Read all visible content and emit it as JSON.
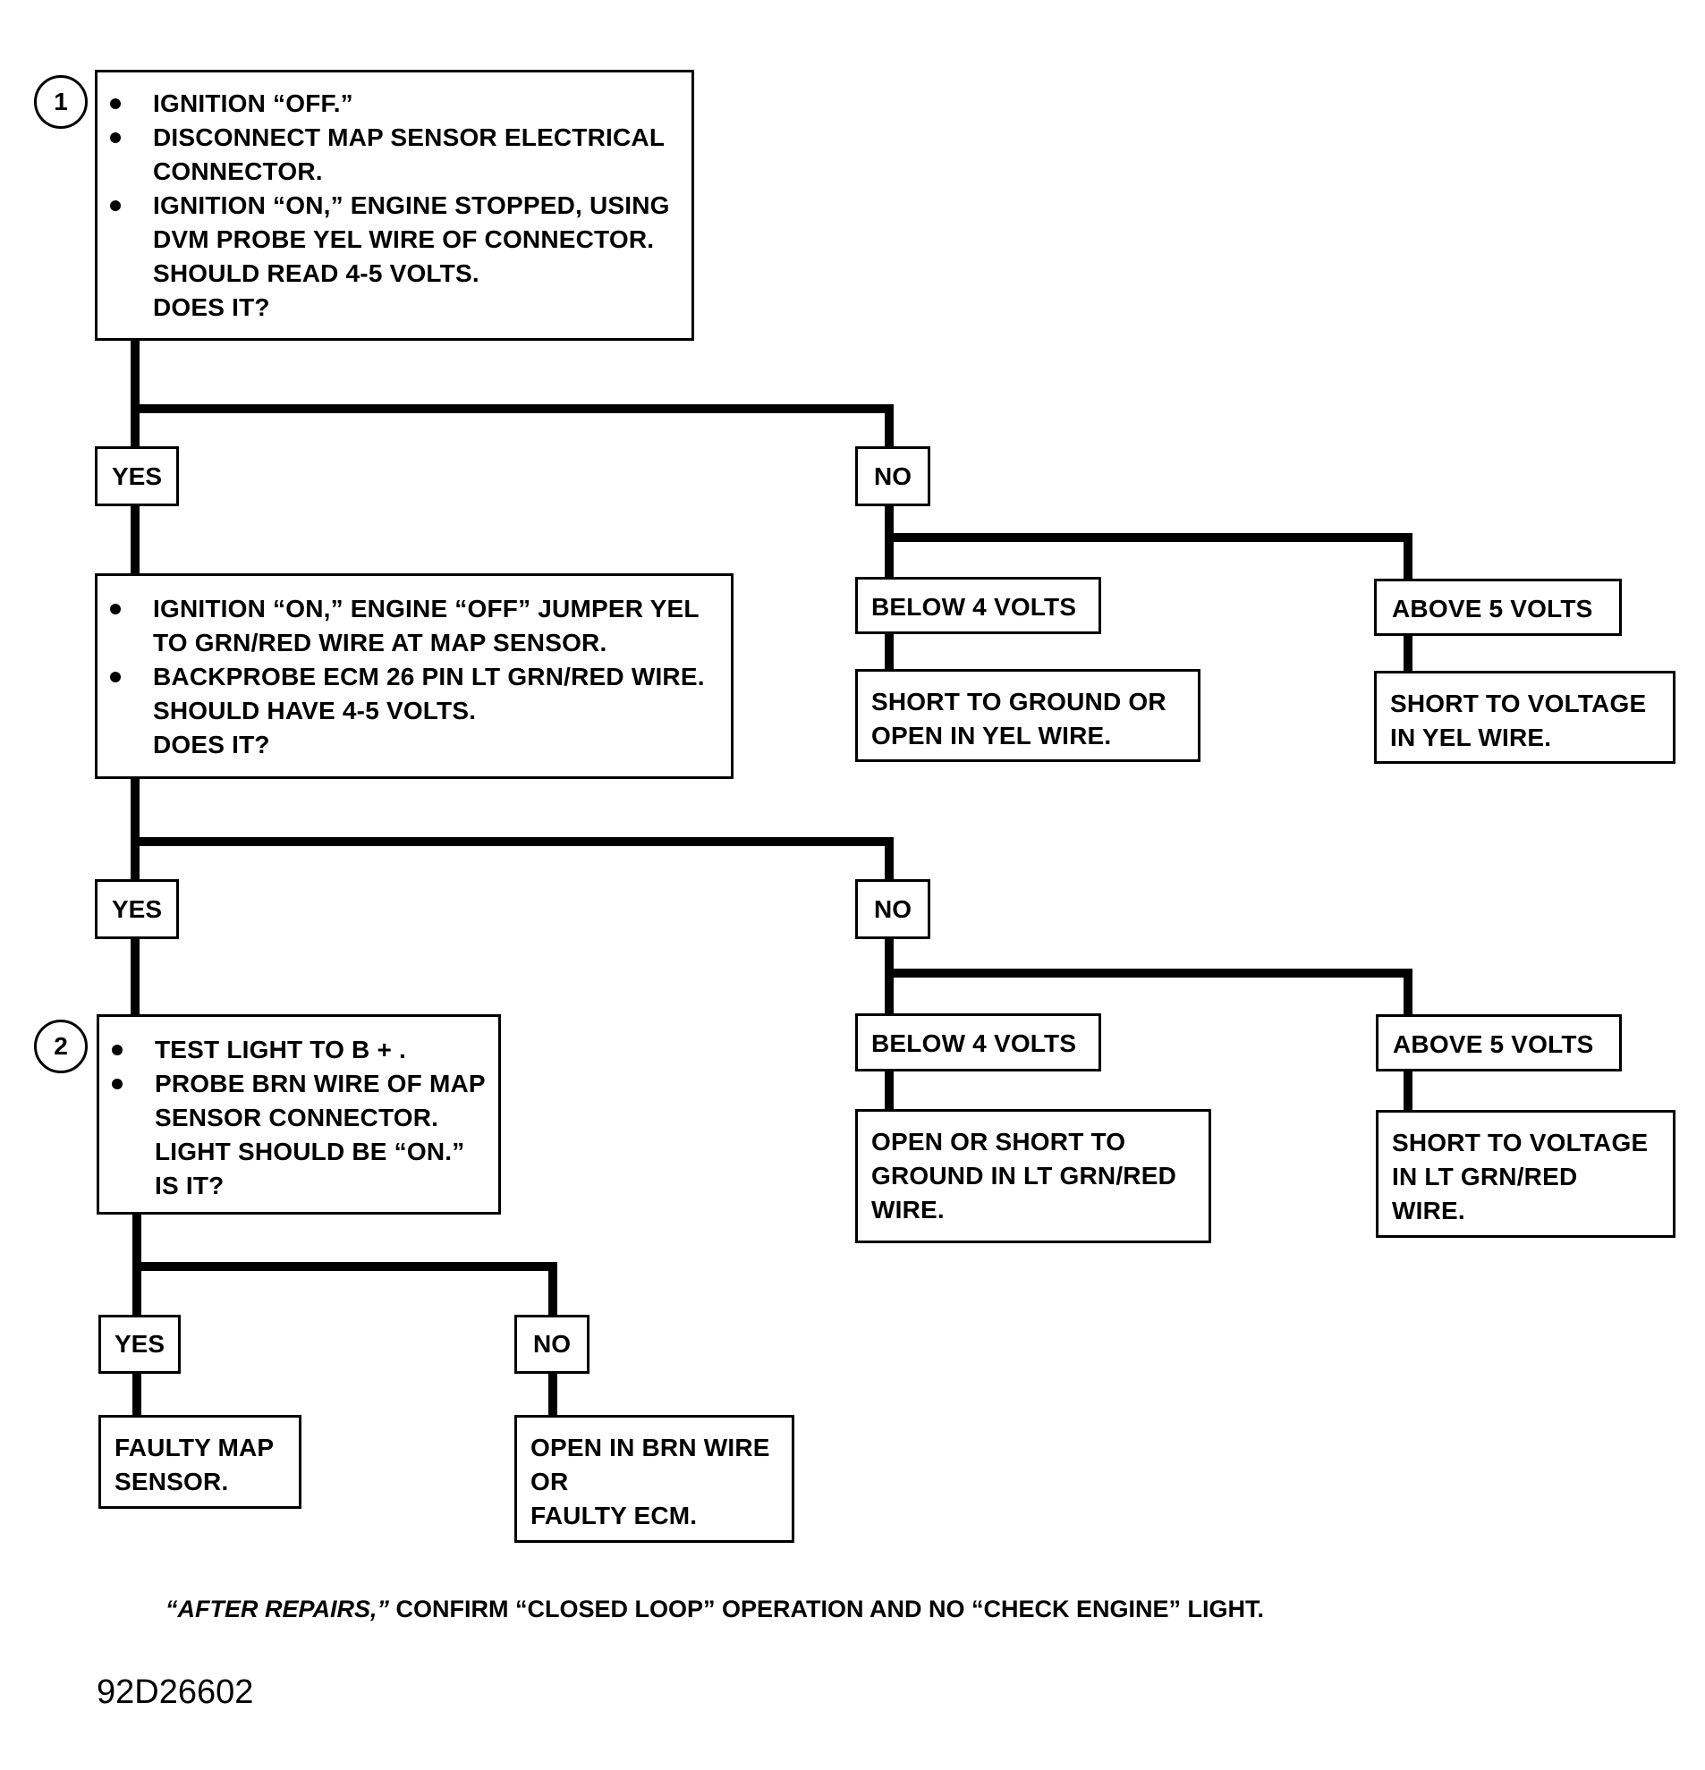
{
  "steps": {
    "step1": {
      "marker": "1",
      "bullets": [
        [
          "IGNITION “OFF.”"
        ],
        [
          "DISCONNECT MAP SENSOR ELECTRICAL",
          "CONNECTOR."
        ],
        [
          "IGNITION “ON,” ENGINE STOPPED, USING",
          "DVM PROBE YEL WIRE OF CONNECTOR.",
          "SHOULD READ 4-5 VOLTS.",
          "DOES IT?"
        ]
      ]
    },
    "step_jumper": {
      "bullets": [
        [
          "IGNITION “ON,” ENGINE “OFF” JUMPER YEL",
          "TO GRN/RED WIRE AT MAP SENSOR."
        ],
        [
          "BACKPROBE ECM 26 PIN LT GRN/RED WIRE.",
          "SHOULD HAVE 4-5 VOLTS.",
          "DOES IT?"
        ]
      ]
    },
    "step2": {
      "marker": "2",
      "bullets": [
        [
          "TEST LIGHT TO B + ."
        ],
        [
          "PROBE BRN WIRE OF MAP",
          "SENSOR CONNECTOR.",
          "LIGHT SHOULD BE “ON.”",
          "IS IT?"
        ]
      ]
    }
  },
  "answers": {
    "yes": "YES",
    "no": "NO"
  },
  "branches": {
    "below_4_volts": "BELOW 4 VOLTS",
    "above_5_volts": "ABOVE 5 VOLTS"
  },
  "results": {
    "yel_short_ground": [
      "SHORT TO GROUND OR",
      "OPEN IN YEL WIRE."
    ],
    "yel_short_voltage": [
      "SHORT TO VOLTAGE",
      "IN YEL WIRE."
    ],
    "ltgrn_open_ground": [
      "OPEN OR SHORT TO",
      "GROUND IN LT GRN/RED",
      "WIRE."
    ],
    "ltgrn_short_voltage": [
      "SHORT TO VOLTAGE",
      "IN LT GRN/RED",
      "WIRE."
    ],
    "faulty_map": [
      "FAULTY MAP",
      "SENSOR."
    ],
    "open_brn": [
      "OPEN IN BRN WIRE",
      "OR",
      "FAULTY ECM."
    ]
  },
  "footnote": {
    "italic": "“AFTER REPAIRS,”",
    "rest": " CONFIRM “CLOSED LOOP” OPERATION AND NO “CHECK ENGINE” LIGHT."
  },
  "figure_id": "92D26602"
}
